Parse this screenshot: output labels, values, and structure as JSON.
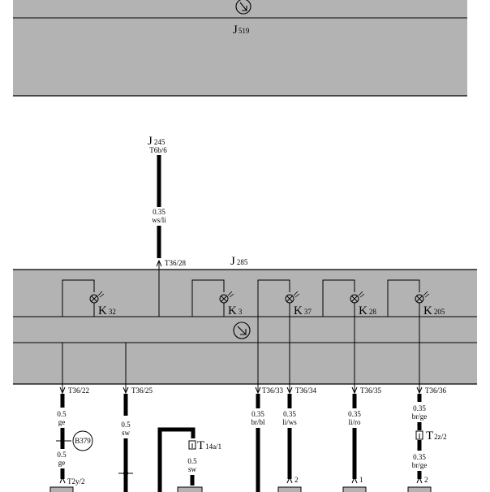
{
  "units": {
    "j519": {
      "name": "J",
      "sub": "519"
    },
    "j285": {
      "name": "J",
      "sub": "285"
    },
    "j245": {
      "name": "J",
      "sub": "245",
      "pin": "T6b/6",
      "size": "0.35",
      "color": "ws/li"
    }
  },
  "j285_input": {
    "terminal": "T36/28"
  },
  "lamps": [
    {
      "name": "K",
      "sub": "32"
    },
    {
      "name": "K",
      "sub": "3"
    },
    {
      "name": "K",
      "sub": "37"
    },
    {
      "name": "K",
      "sub": "28"
    },
    {
      "name": "K",
      "sub": "205"
    }
  ],
  "outputs": [
    {
      "terminal": "T36/22",
      "size": "0.5",
      "color": "ge"
    },
    {
      "terminal": "T36/25",
      "size": "0.5",
      "color": "sw"
    },
    {
      "terminal": "T36/33",
      "size": "0.35",
      "color": "br/bl"
    },
    {
      "terminal": "T36/34",
      "size": "0.35",
      "color": "li/ws"
    },
    {
      "terminal": "T36/35",
      "size": "0.35",
      "color": "li/ro"
    },
    {
      "terminal": "T36/36",
      "size": "0.35",
      "color": "br/ge"
    }
  ],
  "extras": {
    "b379": "B379",
    "w1_lower_size": "0.5",
    "w1_lower_color": "ge",
    "t2y": "T2y/2",
    "t14a": {
      "name": "T",
      "sub": "14a/1"
    },
    "t14a_size": "0.5",
    "t14a_color": "sw",
    "pin_2": "2",
    "pin_1": "1",
    "pin_2b": "2",
    "t2z": {
      "name": "T",
      "sub": "2z/2"
    },
    "w6_lower_size": "0.35",
    "w6_lower_color": "br/ge"
  }
}
